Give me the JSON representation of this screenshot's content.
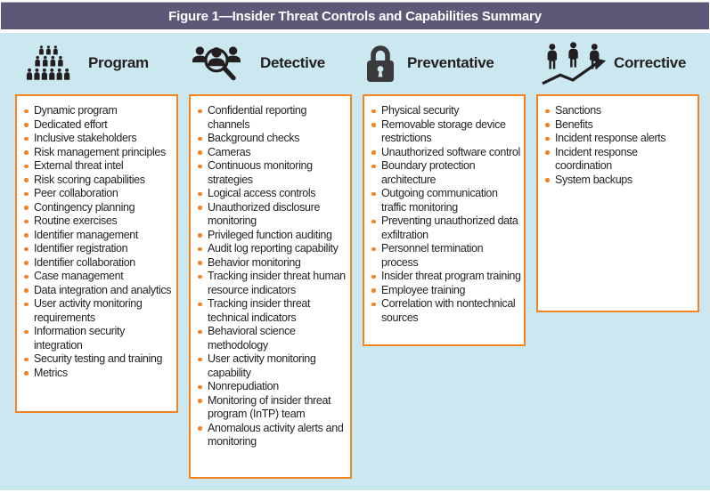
{
  "figure": {
    "title": "Figure 1—Insider Threat Controls and Capabilities Summary"
  },
  "colors": {
    "title_bar_bg": "#5e5878",
    "title_text": "#ffffff",
    "panel_bg": "#cbe7f0",
    "box_bg": "#ffffff",
    "box_border": "#f58420",
    "bullet": "#f58420",
    "text": "#231f20",
    "icon": "#231f20"
  },
  "columns": [
    {
      "label": "Program",
      "icon": "people-pyramid-icon",
      "items": [
        "Dynamic program",
        "Dedicated effort",
        "Inclusive stakeholders",
        "Risk management principles",
        "External threat intel",
        "Risk scoring capabilities",
        "Peer collaboration",
        "Contingency planning",
        "Routine exercises",
        "Identifier management",
        "Identifier registration",
        "Identifier collaboration",
        "Case management",
        "Data integration and analytics",
        "User activity monitoring requirements",
        "Information security integration",
        "Security testing and training",
        "Metrics"
      ]
    },
    {
      "label": "Detective",
      "icon": "magnifying-glass-people-icon",
      "items": [
        "Confidential reporting channels",
        "Background checks",
        "Cameras",
        "Continuous monitoring strategies",
        "Logical access controls",
        "Unauthorized disclosure monitoring",
        "Privileged function auditing",
        "Audit log reporting capability",
        "Behavior monitoring",
        "Tracking insider threat human resource indicators",
        "Tracking insider threat technical indicators",
        "Behavioral science methodology",
        "User activity monitoring capability",
        "Nonrepudiation",
        "Monitoring of insider threat program (InTP) team",
        "Anomalous activity alerts and monitoring"
      ]
    },
    {
      "label": "Preventative",
      "icon": "padlock-icon",
      "items": [
        "Physical security",
        "Removable storage device restrictions",
        "Unauthorized software control",
        "Boundary protection architecture",
        "Outgoing communication traffic monitoring",
        "Preventing unauthorized data exfiltration",
        "Personnel termination process",
        "Insider threat program training",
        "Employee training",
        "Correlation with nontechnical sources"
      ]
    },
    {
      "label": "Corrective",
      "icon": "people-trend-arrow-icon",
      "items": [
        "Sanctions",
        "Benefits",
        "Incident response alerts",
        "Incident response coordination",
        "System backups"
      ]
    }
  ]
}
